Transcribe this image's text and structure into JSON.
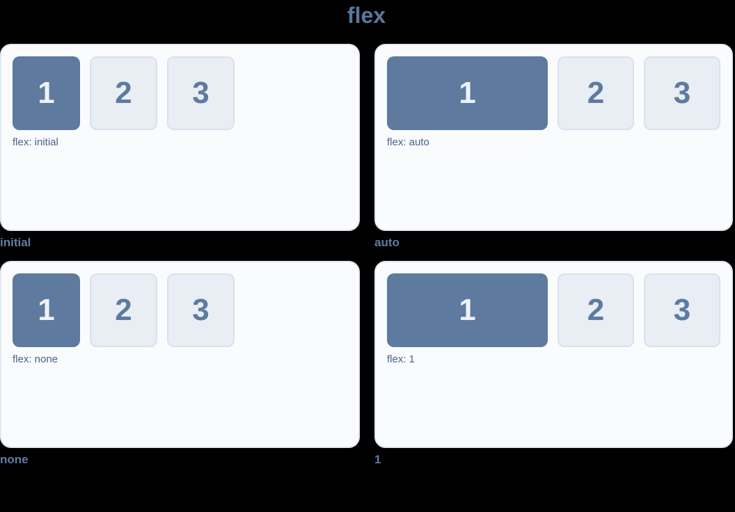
{
  "title": "flex",
  "colors": {
    "background": "#000000",
    "title": "#5b77a0",
    "panel_bg": "#fafbfd",
    "panel_border": "#e1e8f3",
    "box_primary": "#5e7a9f",
    "box_primary_text": "#eef2f8",
    "box_light": "#e9edf4",
    "box_light_border": "#d9e1ee",
    "box_light_text": "#5d7a9f",
    "flex_label": "#46618c",
    "caption": "#5e7ca6"
  },
  "panels": [
    {
      "id": "initial",
      "flex_label": "flex: initial",
      "caption": "initial",
      "grow": false,
      "items": [
        "1",
        "2",
        "3"
      ]
    },
    {
      "id": "auto",
      "flex_label": "flex: auto",
      "caption": "auto",
      "grow": true,
      "items": [
        "1",
        "2",
        "3"
      ]
    },
    {
      "id": "none",
      "flex_label": "flex: none",
      "caption": "none",
      "grow": false,
      "items": [
        "1",
        "2",
        "3"
      ]
    },
    {
      "id": "one",
      "flex_label": "flex: 1",
      "caption": "1",
      "grow": true,
      "items": [
        "1",
        "2",
        "3"
      ]
    }
  ]
}
